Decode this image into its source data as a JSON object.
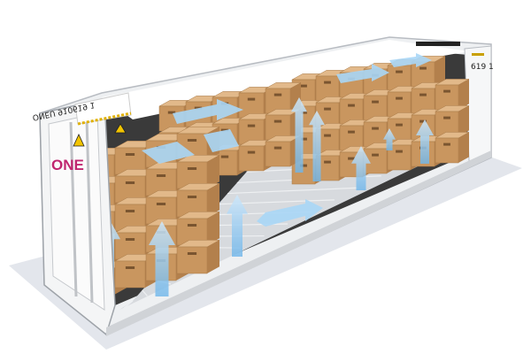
{
  "container": {
    "door_code": "ONEU 910619 1",
    "brand_logo": "ONE",
    "side_code": "619 1"
  },
  "colors": {
    "container_body": "#f2f3f4",
    "interior_dark": "#2b2b2b",
    "floor": "#d9dcdf",
    "box_top": "#e2b98a",
    "box_front": "#c9965f",
    "box_side": "#b3804c",
    "airflow_arrow": "#8fc8f0",
    "brand": "#c0266f",
    "shadow": "#dde0e6"
  },
  "icons": [
    "warning-triangle-icon",
    "airflow-arrow-icon"
  ]
}
